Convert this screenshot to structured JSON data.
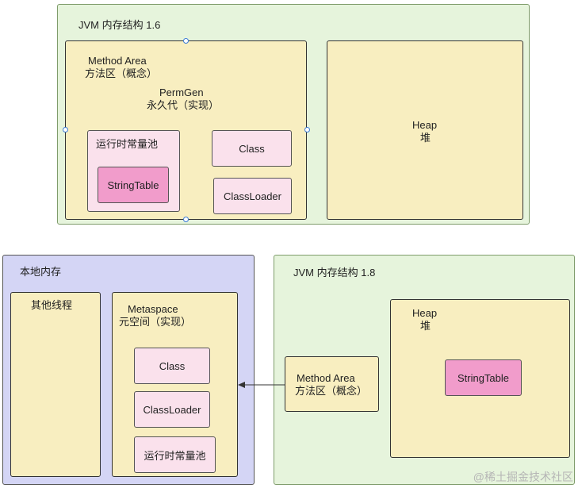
{
  "top": {
    "title": "JVM 内存结构 1.6",
    "method_area": {
      "line1": "Method Area",
      "line2": "方法区（概念）"
    },
    "permgen": {
      "line1": "PermGen",
      "line2": "永久代（实现）"
    },
    "runtime_pool": "运行时常量池",
    "string_table": "StringTable",
    "class": "Class",
    "class_loader": "ClassLoader",
    "heap": {
      "line1": "Heap",
      "line2": "堆"
    }
  },
  "native": {
    "title": "本地内存",
    "other_threads": "其他线程",
    "metaspace": {
      "line1": "Metaspace",
      "line2": "元空间（实现）"
    },
    "class": "Class",
    "class_loader": "ClassLoader",
    "runtime_pool": "运行时常量池"
  },
  "bottom": {
    "title": "JVM 内存结构 1.8",
    "method_area": {
      "line1": "Method Area",
      "line2": "方法区（概念）"
    },
    "heap": {
      "line1": "Heap",
      "line2": "堆"
    },
    "string_table": "StringTable"
  },
  "watermark": "@稀土掘金技术社区"
}
